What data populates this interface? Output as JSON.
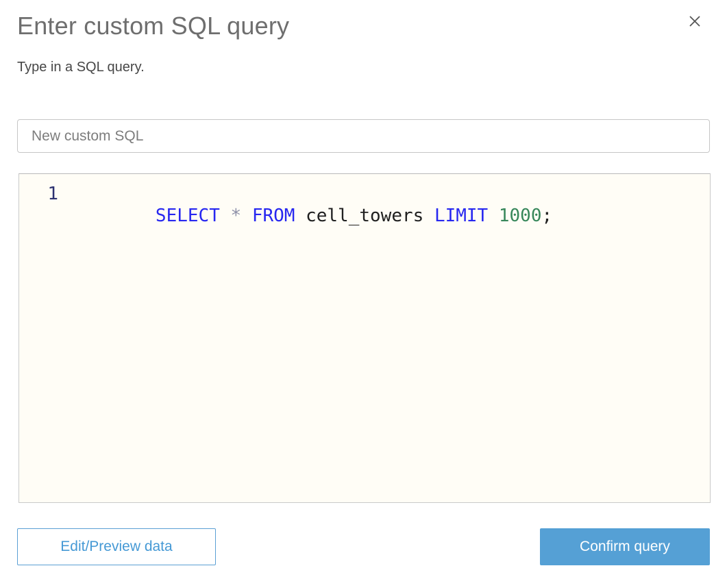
{
  "modal": {
    "title": "Enter custom SQL query",
    "subtitle": "Type in a SQL query."
  },
  "icons": {
    "close": "×"
  },
  "name_input": {
    "value": "New custom SQL"
  },
  "editor": {
    "line_number": "1",
    "code_text": "SELECT * FROM cell_towers LIMIT 1000;",
    "tokens": [
      {
        "text": "SELECT",
        "type": "keyword"
      },
      {
        "text": " ",
        "type": "plain"
      },
      {
        "text": "*",
        "type": "operator"
      },
      {
        "text": " ",
        "type": "plain"
      },
      {
        "text": "FROM",
        "type": "keyword"
      },
      {
        "text": " ",
        "type": "plain"
      },
      {
        "text": "cell_towers",
        "type": "identifier"
      },
      {
        "text": " ",
        "type": "plain"
      },
      {
        "text": "LIMIT",
        "type": "keyword"
      },
      {
        "text": " ",
        "type": "plain"
      },
      {
        "text": "1000",
        "type": "number"
      },
      {
        "text": ";",
        "type": "plain"
      }
    ]
  },
  "footer": {
    "edit_preview_label": "Edit/Preview data",
    "confirm_label": "Confirm query"
  },
  "colors": {
    "accent_blue": "#55a0d5",
    "outline_button_text": "#4599d5",
    "keyword_blue": "#2727f0",
    "operator_gray": "#8e90a8",
    "identifier_black": "#202020",
    "number_green": "#37875a",
    "line_number_navy": "#2c3170",
    "title_gray": "#6e6e6e",
    "editor_background": "#fffdf6"
  }
}
